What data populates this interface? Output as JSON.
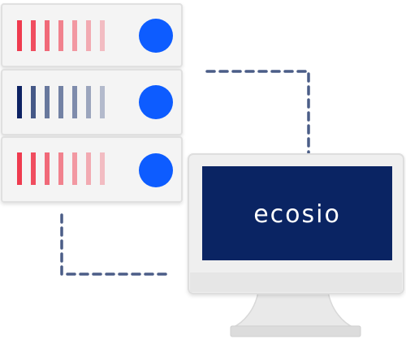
{
  "brand": {
    "logo_text": "ecosio",
    "colors": {
      "navy": "#0a2463",
      "accent_blue": "#0b5cff",
      "red": "#ef3b4f",
      "connector": "#4b5d87",
      "panel": "#f4f4f4",
      "panel_border": "#e0e0e0",
      "monitor_frame": "#efefef"
    }
  },
  "server_stack": {
    "units": [
      {
        "bar_color": "#ef3b4f",
        "indicator": "blue-dot"
      },
      {
        "bar_color": "#0a2463",
        "indicator": "blue-dot"
      },
      {
        "bar_color": "#ef3b4f",
        "indicator": "blue-dot"
      }
    ]
  },
  "monitor": {
    "screen_color": "#0a2463"
  }
}
